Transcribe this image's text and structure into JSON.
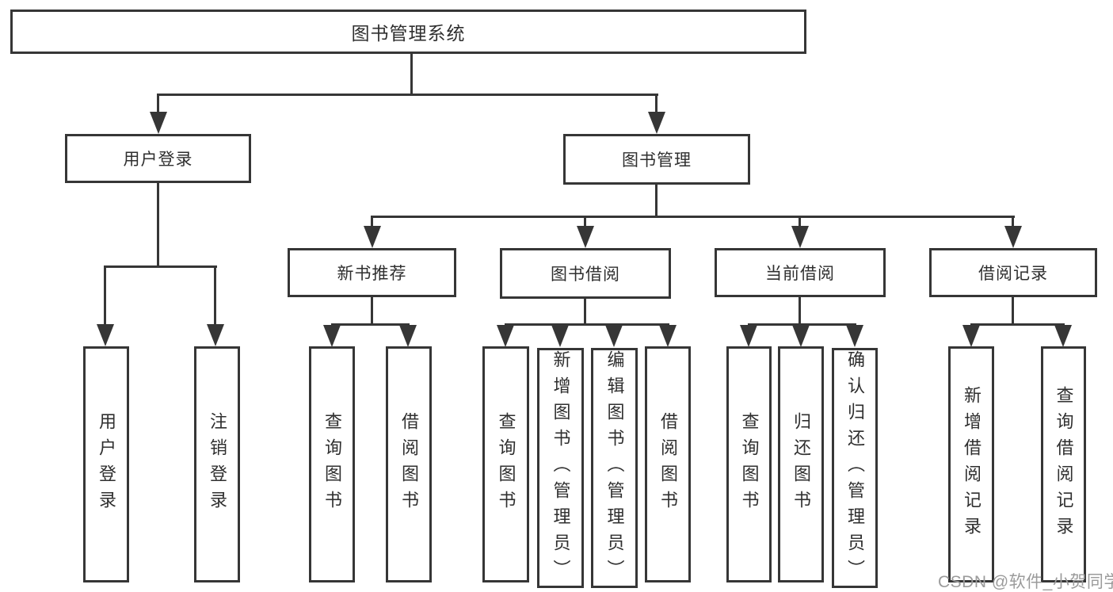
{
  "tree": {
    "root": {
      "label": "图书管理系统"
    },
    "level2": [
      {
        "label": "用户登录",
        "children": [
          {
            "label": "用户登录"
          },
          {
            "label": "注销登录"
          }
        ]
      },
      {
        "label": "图书管理",
        "children": [
          {
            "label": "新书推荐",
            "children": [
              {
                "label": "查询图书"
              },
              {
                "label": "借阅图书"
              }
            ]
          },
          {
            "label": "图书借阅",
            "children": [
              {
                "label": "查询图书"
              },
              {
                "label": "新增图书（管理员）"
              },
              {
                "label": "编辑图书（管理员）"
              },
              {
                "label": "借阅图书"
              }
            ]
          },
          {
            "label": "当前借阅",
            "children": [
              {
                "label": "查询图书"
              },
              {
                "label": "归还图书"
              },
              {
                "label": "确认归还（管理员）"
              }
            ]
          },
          {
            "label": "借阅记录",
            "children": [
              {
                "label": "新增借阅记录"
              },
              {
                "label": "查询借阅记录"
              }
            ]
          }
        ]
      }
    ]
  },
  "watermark": "CSDN @软件_小贺同学",
  "colors": {
    "line": "#363636",
    "text": "#2f2f2f",
    "boxfill": "#ffffff",
    "bg": "#ffffff",
    "watermark": "#9b9b9b"
  }
}
